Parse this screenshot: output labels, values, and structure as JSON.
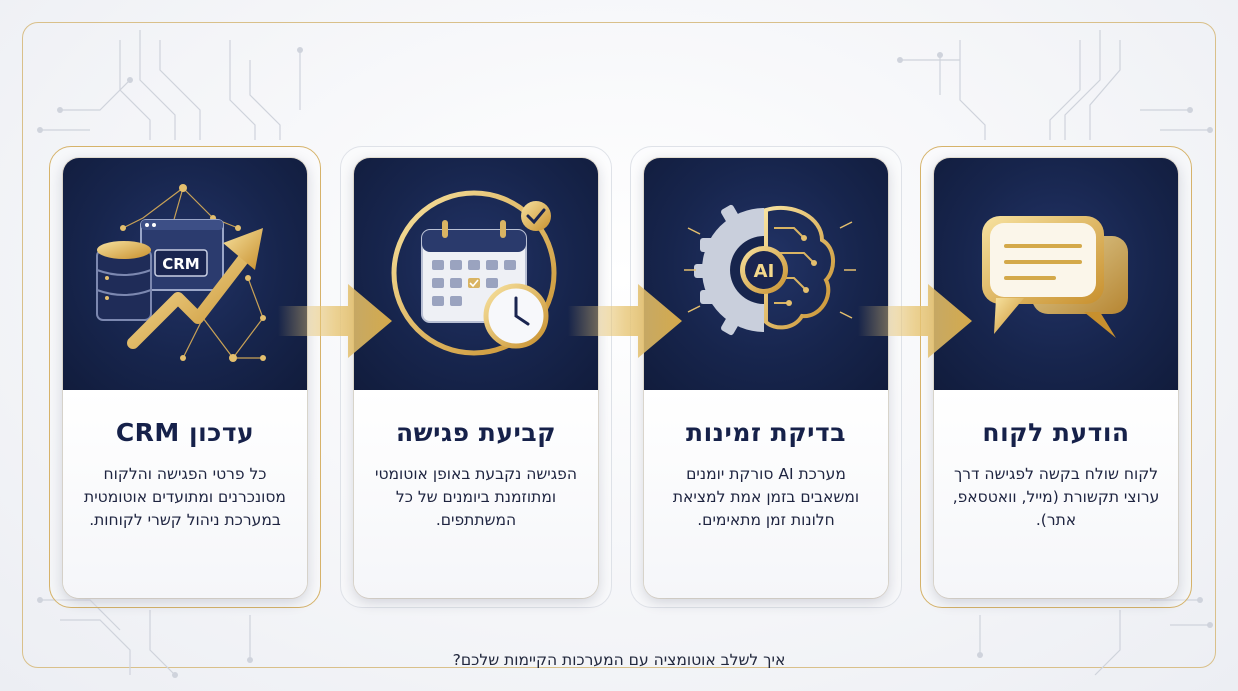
{
  "colors": {
    "navy": "#17254d",
    "gold": "#d4a94a",
    "gold_light": "#f3d88c",
    "text_dark": "#16214a"
  },
  "steps": [
    {
      "title": "הודעת לקוח",
      "description": "לקוח שולח בקשה לפגישה דרך ערוצי תקשורת (מייל, וואטסאפ, אתר).",
      "icon": "chat-bubble-icon"
    },
    {
      "title": "בדיקת זמינות",
      "description": "מערכת AI סורקת יומנים ומשאבים בזמן אמת למציאת חלונות זמן מתאימים.",
      "icon": "ai-gear-brain-icon",
      "icon_text": "AI"
    },
    {
      "title": "קביעת פגישה",
      "description": "הפגישה נקבעת באופן אוטומטי ומתוזמנת ביומנים של כל המשתתפים.",
      "icon": "calendar-clock-icon"
    },
    {
      "title": "עדכון CRM",
      "description": "כל פרטי הפגישה והלקוח מסונכרנים ומתועדים אוטומטית במערכת ניהול קשרי לקוחות.",
      "icon": "crm-database-growth-icon",
      "icon_text": "CRM"
    }
  ],
  "footer": {
    "question": "איך לשלב אוטומציה עם המערכות הקיימות שלכם?"
  }
}
